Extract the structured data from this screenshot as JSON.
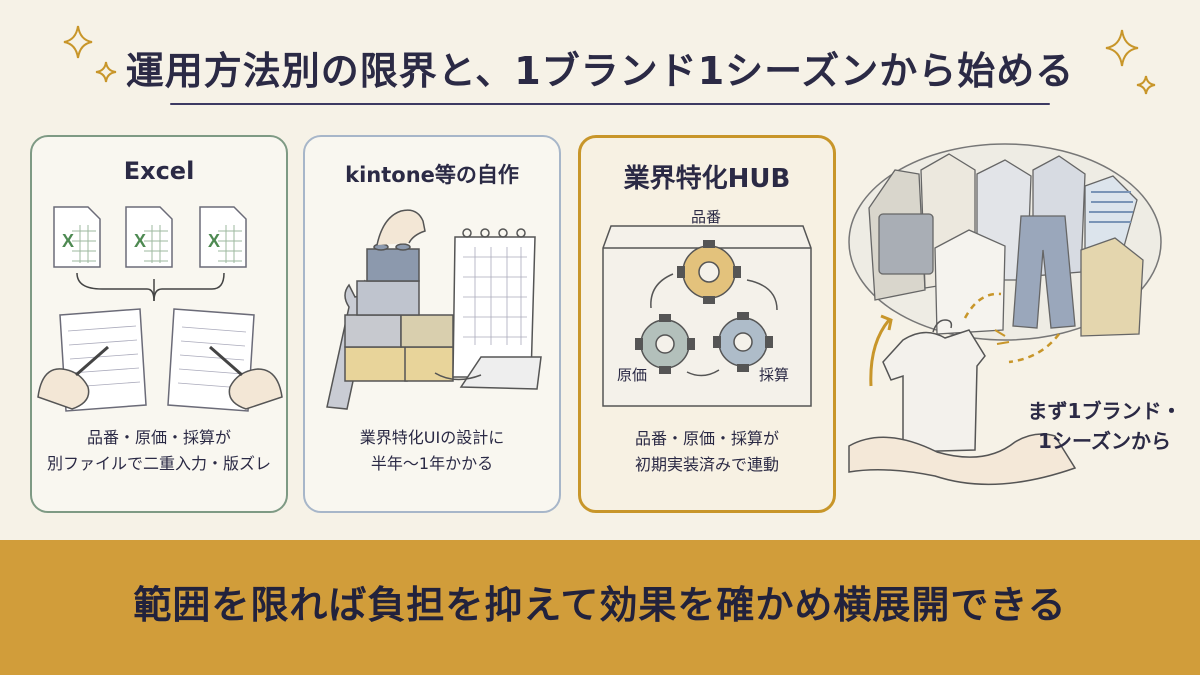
{
  "title": "運用方法別の限界と、1ブランド1シーズンから始める",
  "cards": [
    {
      "title": "Excel",
      "text_line1": "品番・原価・採算が",
      "text_line2": "別ファイルで二重入力・版ズレ",
      "icon": "excel-file-icon",
      "icon_letter": "X"
    },
    {
      "title": "kintone等の自作",
      "text_line1": "業界特化UIの設計に",
      "text_line2": "半年〜1年かかる",
      "icon": "building-blocks-icon"
    },
    {
      "title": "業界特化HUB",
      "text_line1": "品番・原価・採算が",
      "text_line2": "初期実装済みで連動",
      "icon": "gears-icon",
      "labels": {
        "top": "品番",
        "left": "原価",
        "right": "採算"
      }
    }
  ],
  "right_panel": {
    "line1": "まず1ブランド・",
    "line2": "1シーズンから",
    "icon": "clothes-on-hand-icon"
  },
  "bottom_banner": "範囲を限れば負担を抑えて効果を確かめ横展開できる",
  "colors": {
    "accent": "#c8962a",
    "banner": "#d19d3a",
    "navy": "#2b2a45",
    "excel_green": "#4e8a52"
  }
}
